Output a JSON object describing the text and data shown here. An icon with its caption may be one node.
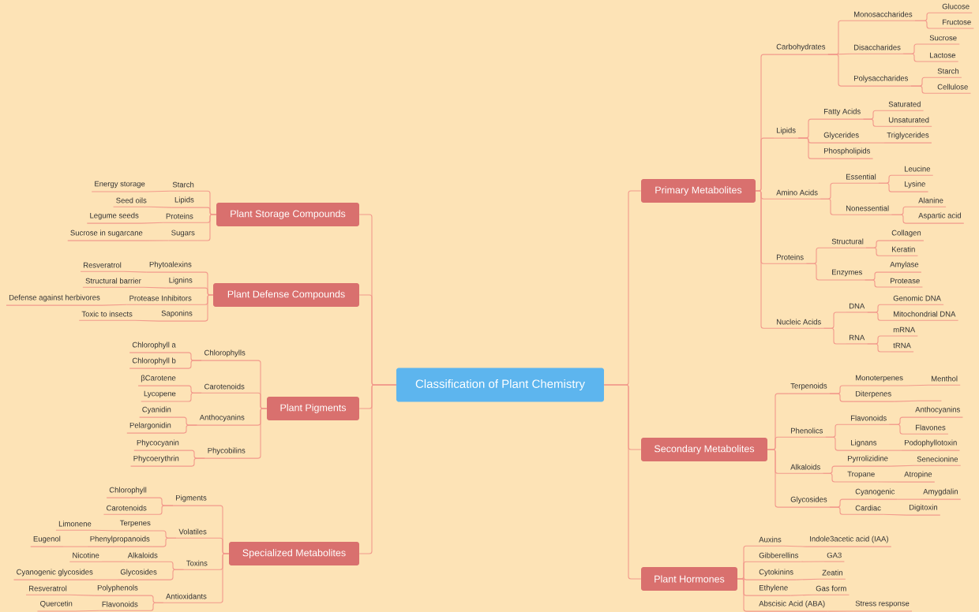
{
  "diagram": {
    "nodes": [
      {
        "text": [
          "Classification of Plant Chemistry"
        ]
      },
      {
        "text": [
          "Primary Metabolites"
        ]
      },
      {
        "text": [
          "Carbohydrates"
        ]
      },
      {
        "text": [
          "Monosaccharides"
        ]
      },
      {
        "text": [
          "Glucose"
        ]
      },
      {
        "text": [
          "Fructose"
        ]
      },
      {
        "text": [
          "Disaccharides"
        ]
      },
      {
        "text": [
          "Sucrose"
        ]
      },
      {
        "text": [
          "Lactose"
        ]
      },
      {
        "text": [
          "Polysaccharides"
        ]
      },
      {
        "text": [
          "Starch"
        ]
      },
      {
        "text": [
          "Cellulose"
        ]
      },
      {
        "text": [
          "Lipids"
        ]
      },
      {
        "text": [
          "Fatty Acids"
        ]
      },
      {
        "text": [
          "Saturated"
        ]
      },
      {
        "text": [
          "Unsaturated"
        ]
      },
      {
        "text": [
          "Glycerides"
        ]
      },
      {
        "text": [
          "Triglycerides"
        ]
      },
      {
        "text": [
          "Phospholipids"
        ]
      },
      {
        "text": [
          "Amino Acids"
        ]
      },
      {
        "text": [
          "Essential"
        ]
      },
      {
        "text": [
          "Leucine"
        ]
      },
      {
        "text": [
          "Lysine"
        ]
      },
      {
        "text": [
          "Nonessential"
        ]
      },
      {
        "text": [
          "Alanine"
        ]
      },
      {
        "text": [
          "Aspartic acid"
        ]
      },
      {
        "text": [
          "Proteins"
        ]
      },
      {
        "text": [
          "Structural"
        ]
      },
      {
        "text": [
          "Collagen"
        ]
      },
      {
        "text": [
          "Keratin"
        ]
      },
      {
        "text": [
          "Enzymes"
        ]
      },
      {
        "text": [
          "Amylase"
        ]
      },
      {
        "text": [
          "Protease"
        ]
      },
      {
        "text": [
          "Nucleic Acids"
        ]
      },
      {
        "text": [
          "DNA"
        ]
      },
      {
        "text": [
          "Genomic DNA"
        ]
      },
      {
        "text": [
          "Mitochondrial DNA"
        ]
      },
      {
        "text": [
          "RNA"
        ]
      },
      {
        "text": [
          "mRNA"
        ]
      },
      {
        "text": [
          "tRNA"
        ]
      },
      {
        "text": [
          "Secondary Metabolites"
        ]
      },
      {
        "text": [
          "Terpenoids"
        ]
      },
      {
        "text": [
          "Monoterpenes"
        ]
      },
      {
        "text": [
          "Menthol"
        ]
      },
      {
        "text": [
          "Diterpenes"
        ]
      },
      {
        "text": [],
        "shape": "bar"
      },
      {
        "text": [
          "Phenolics"
        ]
      },
      {
        "text": [
          "Flavonoids"
        ]
      },
      {
        "text": [
          "Anthocyanins"
        ]
      },
      {
        "text": [
          "Flavones"
        ]
      },
      {
        "text": [
          "Lignans"
        ]
      },
      {
        "text": [
          "Podophyllotoxin"
        ]
      },
      {
        "text": [
          "Alkaloids"
        ]
      },
      {
        "text": [
          "Pyrrolizidine"
        ]
      },
      {
        "text": [
          "Senecionine"
        ]
      },
      {
        "text": [
          "Tropane"
        ]
      },
      {
        "text": [
          "Atropine"
        ]
      },
      {
        "text": [
          "Glycosides"
        ]
      },
      {
        "text": [
          "Cyanogenic"
        ]
      },
      {
        "text": [
          "Amygdalin"
        ]
      },
      {
        "text": [
          "Cardiac"
        ]
      },
      {
        "text": [
          "Digitoxin"
        ]
      },
      {
        "text": [
          "Plant Hormones"
        ]
      },
      {
        "text": [
          "Auxins"
        ]
      },
      {
        "text": [
          "Indole3acetic acid (IAA)"
        ]
      },
      {
        "text": [
          "Gibberellins"
        ]
      },
      {
        "text": [
          "GA3"
        ]
      },
      {
        "text": [
          "Cytokinins"
        ]
      },
      {
        "text": [
          "Zeatin"
        ]
      },
      {
        "text": [
          "Ethylene"
        ]
      },
      {
        "text": [
          "Gas form"
        ]
      },
      {
        "text": [
          "Abscisic Acid (ABA)"
        ]
      },
      {
        "text": [
          "Stress response"
        ]
      },
      {
        "text": [
          "Plant Storage Compounds"
        ]
      },
      {
        "text": [
          "Starch"
        ]
      },
      {
        "text": [
          "Energy storage"
        ]
      },
      {
        "text": [
          "Lipids"
        ]
      },
      {
        "text": [
          "Seed oils"
        ]
      },
      {
        "text": [
          "Proteins"
        ]
      },
      {
        "text": [
          "Legume seeds"
        ]
      },
      {
        "text": [
          "Sugars"
        ]
      },
      {
        "text": [
          "Sucrose in sugarcane"
        ]
      },
      {
        "text": [
          "Plant Defense Compounds"
        ]
      },
      {
        "text": [
          "Phytoalexins"
        ]
      },
      {
        "text": [
          "Resveratrol"
        ]
      },
      {
        "text": [
          "Lignins"
        ]
      },
      {
        "text": [
          "Structural barrier"
        ]
      },
      {
        "text": [
          "Protease Inhibitors"
        ]
      },
      {
        "text": [
          "Defense against herbivores"
        ]
      },
      {
        "text": [
          "Saponins"
        ]
      },
      {
        "text": [
          "Toxic to insects"
        ]
      },
      {
        "text": [
          "Plant Pigments"
        ]
      },
      {
        "text": [
          "Chlorophylls"
        ]
      },
      {
        "text": [
          "Chlorophyll a"
        ]
      },
      {
        "text": [
          "Chlorophyll b"
        ]
      },
      {
        "text": [
          "Carotenoids"
        ]
      },
      {
        "text": [
          "βCarotene"
        ]
      },
      {
        "text": [
          "Lycopene"
        ]
      },
      {
        "text": [
          "Anthocyanins"
        ]
      },
      {
        "text": [
          "Cyanidin"
        ]
      },
      {
        "text": [
          "Pelargonidin"
        ]
      },
      {
        "text": [
          "Phycobilins"
        ]
      },
      {
        "text": [
          "Phycocyanin"
        ]
      },
      {
        "text": [
          "Phycoerythrin"
        ]
      },
      {
        "text": [
          "Specialized Metabolites"
        ]
      },
      {
        "text": [
          "Pigments"
        ]
      },
      {
        "text": [
          "Chlorophyll"
        ]
      },
      {
        "text": [
          "Carotenoids"
        ]
      },
      {
        "text": [
          "Volatiles"
        ]
      },
      {
        "text": [
          "Terpenes"
        ]
      },
      {
        "text": [
          "Limonene"
        ]
      },
      {
        "text": [
          "Phenylpropanoids"
        ]
      },
      {
        "text": [
          "Eugenol"
        ]
      },
      {
        "text": [
          "Toxins"
        ]
      },
      {
        "text": [
          "Alkaloids"
        ]
      },
      {
        "text": [
          "Nicotine"
        ]
      },
      {
        "text": [
          "Glycosides"
        ]
      },
      {
        "text": [
          "Cyanogenic glycosides"
        ]
      },
      {
        "text": [
          "Antioxidants"
        ]
      },
      {
        "text": [
          "Polyphenols"
        ]
      },
      {
        "text": [
          "Resveratrol"
        ]
      },
      {
        "text": [
          "Flavonoids"
        ]
      },
      {
        "text": [
          "Quercetin"
        ]
      }
    ],
    "edges": [
      {
        "from": 0,
        "to": 1,
        "arrow": "none"
      },
      {
        "from": 0,
        "to": 40,
        "arrow": "none"
      },
      {
        "from": 0,
        "to": 62,
        "arrow": "none"
      },
      {
        "from": 0,
        "to": 73,
        "arrow": "none"
      },
      {
        "from": 0,
        "to": 82,
        "arrow": "none"
      },
      {
        "from": 0,
        "to": 91,
        "arrow": "none"
      },
      {
        "from": 0,
        "to": 104,
        "arrow": "none"
      },
      {
        "from": 1,
        "to": 2,
        "arrow": "none"
      },
      {
        "from": 1,
        "to": 12,
        "arrow": "none"
      },
      {
        "from": 1,
        "to": 19,
        "arrow": "none"
      },
      {
        "from": 1,
        "to": 26,
        "arrow": "none"
      },
      {
        "from": 1,
        "to": 33,
        "arrow": "none"
      },
      {
        "from": 2,
        "to": 3,
        "arrow": "none"
      },
      {
        "from": 2,
        "to": 6,
        "arrow": "none"
      },
      {
        "from": 2,
        "to": 9,
        "arrow": "none"
      },
      {
        "from": 3,
        "to": 4,
        "arrow": "none"
      },
      {
        "from": 3,
        "to": 5,
        "arrow": "none"
      },
      {
        "from": 6,
        "to": 7,
        "arrow": "none"
      },
      {
        "from": 6,
        "to": 8,
        "arrow": "none"
      },
      {
        "from": 9,
        "to": 10,
        "arrow": "none"
      },
      {
        "from": 9,
        "to": 11,
        "arrow": "none"
      },
      {
        "from": 12,
        "to": 13,
        "arrow": "none"
      },
      {
        "from": 12,
        "to": 16,
        "arrow": "none"
      },
      {
        "from": 12,
        "to": 18,
        "arrow": "none"
      },
      {
        "from": 13,
        "to": 14,
        "arrow": "none"
      },
      {
        "from": 13,
        "to": 15,
        "arrow": "none"
      },
      {
        "from": 16,
        "to": 17,
        "arrow": "none"
      },
      {
        "from": 19,
        "to": 20,
        "arrow": "none"
      },
      {
        "from": 19,
        "to": 23,
        "arrow": "none"
      },
      {
        "from": 20,
        "to": 21,
        "arrow": "none"
      },
      {
        "from": 20,
        "to": 22,
        "arrow": "none"
      },
      {
        "from": 23,
        "to": 24,
        "arrow": "none"
      },
      {
        "from": 23,
        "to": 25,
        "arrow": "none"
      },
      {
        "from": 26,
        "to": 27,
        "arrow": "none"
      },
      {
        "from": 26,
        "to": 30,
        "arrow": "none"
      },
      {
        "from": 27,
        "to": 28,
        "arrow": "none"
      },
      {
        "from": 27,
        "to": 29,
        "arrow": "none"
      },
      {
        "from": 30,
        "to": 31,
        "arrow": "none"
      },
      {
        "from": 30,
        "to": 32,
        "arrow": "none"
      },
      {
        "from": 33,
        "to": 34,
        "arrow": "none"
      },
      {
        "from": 33,
        "to": 37,
        "arrow": "none"
      },
      {
        "from": 34,
        "to": 35,
        "arrow": "none"
      },
      {
        "from": 34,
        "to": 36,
        "arrow": "none"
      },
      {
        "from": 37,
        "to": 38,
        "arrow": "none"
      },
      {
        "from": 37,
        "to": 39,
        "arrow": "none"
      },
      {
        "from": 40,
        "to": 41,
        "arrow": "none"
      },
      {
        "from": 40,
        "to": 46,
        "arrow": "none"
      },
      {
        "from": 40,
        "to": 52,
        "arrow": "none"
      },
      {
        "from": 40,
        "to": 57,
        "arrow": "none"
      },
      {
        "from": 41,
        "to": 42,
        "arrow": "none"
      },
      {
        "from": 41,
        "to": 44,
        "arrow": "none"
      },
      {
        "from": 42,
        "to": 43,
        "arrow": "none"
      },
      {
        "from": 44,
        "to": 45,
        "arrow": "none"
      },
      {
        "from": 46,
        "to": 47,
        "arrow": "none"
      },
      {
        "from": 46,
        "to": 50,
        "arrow": "none"
      },
      {
        "from": 47,
        "to": 48,
        "arrow": "none"
      },
      {
        "from": 47,
        "to": 49,
        "arrow": "none"
      },
      {
        "from": 50,
        "to": 51,
        "arrow": "none"
      },
      {
        "from": 52,
        "to": 53,
        "arrow": "none"
      },
      {
        "from": 52,
        "to": 55,
        "arrow": "none"
      },
      {
        "from": 53,
        "to": 54,
        "arrow": "none"
      },
      {
        "from": 55,
        "to": 56,
        "arrow": "none"
      },
      {
        "from": 57,
        "to": 58,
        "arrow": "none"
      },
      {
        "from": 57,
        "to": 60,
        "arrow": "none"
      },
      {
        "from": 58,
        "to": 59,
        "arrow": "none"
      },
      {
        "from": 60,
        "to": 61,
        "arrow": "none"
      },
      {
        "from": 62,
        "to": 63,
        "arrow": "none"
      },
      {
        "from": 62,
        "to": 65,
        "arrow": "none"
      },
      {
        "from": 62,
        "to": 67,
        "arrow": "none"
      },
      {
        "from": 62,
        "to": 69,
        "arrow": "none"
      },
      {
        "from": 62,
        "to": 71,
        "arrow": "none"
      },
      {
        "from": 63,
        "to": 64,
        "arrow": "none"
      },
      {
        "from": 65,
        "to": 66,
        "arrow": "none"
      },
      {
        "from": 67,
        "to": 68,
        "arrow": "none"
      },
      {
        "from": 69,
        "to": 70,
        "arrow": "none"
      },
      {
        "from": 71,
        "to": 72,
        "arrow": "none"
      },
      {
        "from": 73,
        "to": 74,
        "arrow": "none"
      },
      {
        "from": 73,
        "to": 76,
        "arrow": "none"
      },
      {
        "from": 73,
        "to": 78,
        "arrow": "none"
      },
      {
        "from": 73,
        "to": 80,
        "arrow": "none"
      },
      {
        "from": 74,
        "to": 75,
        "arrow": "none"
      },
      {
        "from": 76,
        "to": 77,
        "arrow": "none"
      },
      {
        "from": 78,
        "to": 79,
        "arrow": "none"
      },
      {
        "from": 80,
        "to": 81,
        "arrow": "none"
      },
      {
        "from": 82,
        "to": 83,
        "arrow": "none"
      },
      {
        "from": 82,
        "to": 85,
        "arrow": "none"
      },
      {
        "from": 82,
        "to": 87,
        "arrow": "none"
      },
      {
        "from": 82,
        "to": 89,
        "arrow": "none"
      },
      {
        "from": 83,
        "to": 84,
        "arrow": "none"
      },
      {
        "from": 85,
        "to": 86,
        "arrow": "none"
      },
      {
        "from": 87,
        "to": 88,
        "arrow": "none"
      },
      {
        "from": 89,
        "to": 90,
        "arrow": "none"
      },
      {
        "from": 91,
        "to": 92,
        "arrow": "none"
      },
      {
        "from": 91,
        "to": 95,
        "arrow": "none"
      },
      {
        "from": 91,
        "to": 98,
        "arrow": "none"
      },
      {
        "from": 91,
        "to": 101,
        "arrow": "none"
      },
      {
        "from": 92,
        "to": 93,
        "arrow": "none"
      },
      {
        "from": 92,
        "to": 94,
        "arrow": "none"
      },
      {
        "from": 95,
        "to": 96,
        "arrow": "none"
      },
      {
        "from": 95,
        "to": 97,
        "arrow": "none"
      },
      {
        "from": 98,
        "to": 99,
        "arrow": "none"
      },
      {
        "from": 98,
        "to": 100,
        "arrow": "none"
      },
      {
        "from": 101,
        "to": 102,
        "arrow": "none"
      },
      {
        "from": 101,
        "to": 103,
        "arrow": "none"
      },
      {
        "from": 104,
        "to": 105,
        "arrow": "none"
      },
      {
        "from": 104,
        "to": 108,
        "arrow": "none"
      },
      {
        "from": 104,
        "to": 113,
        "arrow": "none"
      },
      {
        "from": 104,
        "to": 118,
        "arrow": "none"
      },
      {
        "from": 105,
        "to": 106,
        "arrow": "none"
      },
      {
        "from": 105,
        "to": 107,
        "arrow": "none"
      },
      {
        "from": 108,
        "to": 109,
        "arrow": "none"
      },
      {
        "from": 108,
        "to": 111,
        "arrow": "none"
      },
      {
        "from": 109,
        "to": 110,
        "arrow": "none"
      },
      {
        "from": 111,
        "to": 112,
        "arrow": "none"
      },
      {
        "from": 113,
        "to": 114,
        "arrow": "none"
      },
      {
        "from": 113,
        "to": 116,
        "arrow": "none"
      },
      {
        "from": 114,
        "to": 115,
        "arrow": "none"
      },
      {
        "from": 116,
        "to": 117,
        "arrow": "none"
      },
      {
        "from": 118,
        "to": 119,
        "arrow": "none"
      },
      {
        "from": 118,
        "to": 121,
        "arrow": "none"
      },
      {
        "from": 119,
        "to": 120,
        "arrow": "none"
      },
      {
        "from": 121,
        "to": 122,
        "arrow": "none"
      }
    ]
  }
}
